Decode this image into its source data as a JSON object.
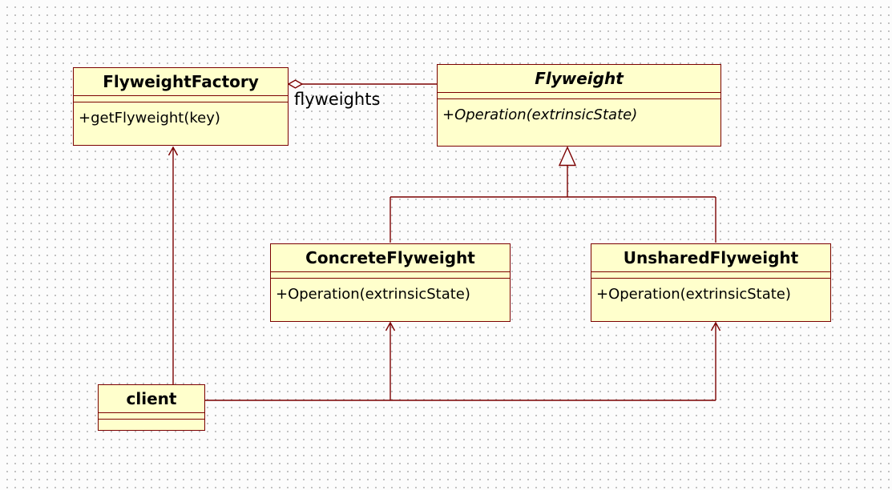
{
  "classes": {
    "flyweight_factory": {
      "name": "FlyweightFactory",
      "abstract": false,
      "methods": [
        "+getFlyweight(key)"
      ]
    },
    "flyweight": {
      "name": "Flyweight",
      "abstract": true,
      "methods": [
        "+Operation(extrinsicState)"
      ]
    },
    "concrete_flyweight": {
      "name": "ConcreteFlyweight",
      "abstract": false,
      "methods": [
        "+Operation(extrinsicState)"
      ]
    },
    "unshared_flyweight": {
      "name": "UnsharedFlyweight",
      "abstract": false,
      "methods": [
        "+Operation(extrinsicState)"
      ]
    },
    "client": {
      "name": "client",
      "abstract": false,
      "methods": []
    }
  },
  "relationships": {
    "aggregation": {
      "type": "aggregation",
      "from": "FlyweightFactory",
      "to": "Flyweight",
      "label": "flyweights"
    },
    "generalizations": [
      {
        "type": "generalization",
        "from": "ConcreteFlyweight",
        "to": "Flyweight"
      },
      {
        "type": "generalization",
        "from": "UnsharedFlyweight",
        "to": "Flyweight"
      }
    ],
    "dependencies": [
      {
        "type": "arrow",
        "from": "client",
        "to": "FlyweightFactory"
      },
      {
        "type": "arrow",
        "from": "client",
        "to": "ConcreteFlyweight"
      },
      {
        "type": "arrow",
        "from": "client",
        "to": "UnsharedFlyweight"
      }
    ]
  },
  "colors": {
    "class_fill": "#ffffcc",
    "line": "#7b0000",
    "text": "#000000",
    "grid_dot": "#aeaeae",
    "background": "#fcfcfc"
  }
}
